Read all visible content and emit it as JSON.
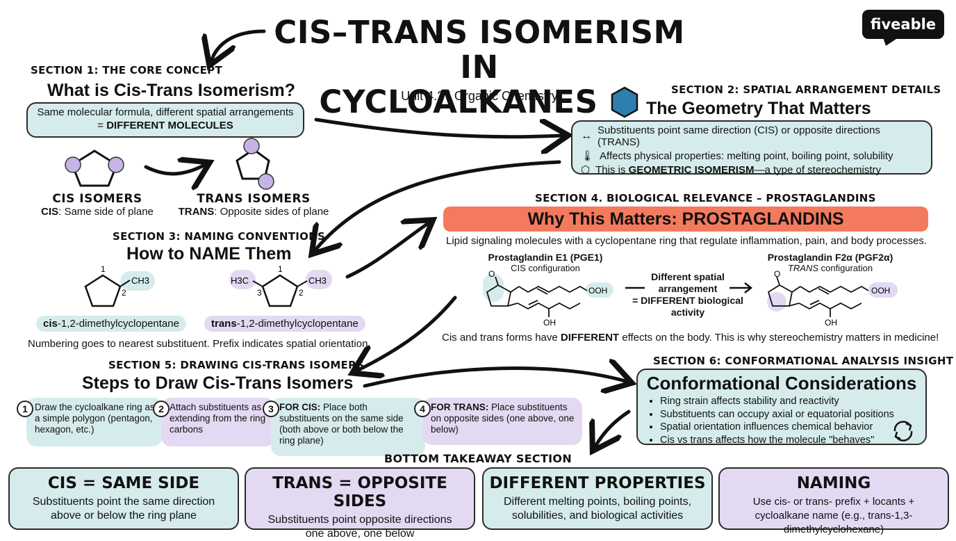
{
  "title": {
    "line1": "CIS–TRANS ISOMERISM IN",
    "line2": "CYCLOALKANES",
    "subtitle": "Unit 4.2 | Organic Chemistry"
  },
  "brand": {
    "logo_text": "fiveable"
  },
  "section1": {
    "label": "SECTION 1: THE CORE CONCEPT",
    "title": "What is Cis-Trans Isomerism?",
    "box_line1": "Same molecular formula, different spatial arrangements",
    "box_line2_prefix": "= ",
    "box_line2_bold": "DIFFERENT MOLECULES",
    "cis_heading": "CIS ISOMERS",
    "cis_bold": "CIS",
    "cis_desc": ": Same side of plane",
    "trans_heading": "TRANS ISOMERS",
    "trans_bold": "TRANS",
    "trans_desc": ": Opposite sides of plane"
  },
  "section2": {
    "label": "SECTION 2: SPATIAL ARRANGEMENT DETAILS",
    "title": "The Geometry That Matters",
    "items": [
      {
        "icon": "double-arrow-icon",
        "text": "Substituents point same direction (CIS) or opposite directions (TRANS)"
      },
      {
        "icon": "thermometer-icon",
        "text": "Affects physical properties: melting point, boiling point, solubility"
      }
    ],
    "item3_prefix": "This is ",
    "item3_bold": "GEOMETRIC ISOMERISM",
    "item3_suffix": "—a type of stereochemistry"
  },
  "section3": {
    "label": "SECTION 3: NAMING CONVENTIONS",
    "title": "How to NAME Them",
    "cis_prefix": "cis",
    "cis_rest": "-1,2-dimethylcyclopentane",
    "trans_prefix": "trans",
    "trans_rest": "-1,2-dimethylcyclopentane",
    "note": "Numbering goes to nearest substituent. Prefix indicates spatial orientation.",
    "labels": {
      "ch3": "CH3",
      "h3c": "H3C",
      "n1": "1",
      "n2": "2",
      "n3": "3"
    }
  },
  "section4": {
    "label": "SECTION 4. BIOLOGICAL RELEVANCE – PROSTAGLANDINS",
    "banner": "Why This Matters: PROSTAGLANDINS",
    "desc": "Lipid signaling molecules with a cyclopentane ring that regulate inflammation, pain, and body processes.",
    "pge1_name": "Prostaglandin E1 (PGE1)",
    "pge1_config": "CIS configuration",
    "pgf_name": "Prostaglandin F2α (PGF2α)",
    "pgf_config_italic": "TRANS",
    "pgf_config_rest": " configuration",
    "middle_line1": "Different spatial",
    "middle_line2": "arrangement",
    "middle_line3": "= DIFFERENT biological",
    "middle_line4": "activity",
    "atom_o": "O",
    "atom_ooh": "OOH",
    "atom_oh": "OH",
    "footer_prefix": "Cis and trans forms have ",
    "footer_bold": "DIFFERENT",
    "footer_suffix": " effects on the body. This is why stereochemistry matters in medicine!"
  },
  "section5": {
    "label": "SECTION 5: DRAWING CIS-TRANS ISOMERS",
    "title": "Steps to Draw Cis-Trans Isomers",
    "steps": [
      {
        "num": "1",
        "text": "Draw the cycloalkane ring as a simple polygon (pentagon, hexagon, etc.)"
      },
      {
        "num": "2",
        "text": "Attach substituents as i extending from the ring carbons"
      },
      {
        "num": "3",
        "bold": "FOR CIS:",
        "text": " Place both substituents on the same side (both above or both below the ring plane)"
      },
      {
        "num": "4",
        "bold": "FOR TRANS:",
        "text": " Place substituents on opposite sides (one above, one below)"
      }
    ]
  },
  "section6": {
    "label": "SECTION 6: CONFORMATIONAL ANALYSIS INSIGHT",
    "title": "Conformational Considerations",
    "bullets": [
      "Ring strain affects stability and reactivity",
      "Substituents can occupy axial or equatorial positions",
      "Spatial orientation influences chemical behavior",
      "Cis vs trans affects how the molecule \"behaves\""
    ]
  },
  "bottom": {
    "label": "BOTTOM TAKEAWAY SECTION",
    "cards": [
      {
        "title": "CIS = SAME SIDE",
        "text": "Substituents point the same direction above or below the ring plane",
        "color": "teal"
      },
      {
        "title": "TRANS = OPPOSITE SIDES",
        "text": "Substituents point opposite directions one above, one below",
        "color": "purple"
      },
      {
        "title": "DIFFERENT PROPERTIES",
        "text": "Different melting points, boiling points, solubilities, and biological activities",
        "color": "teal"
      },
      {
        "title": "NAMING",
        "text": "Use cis- or trans- prefix + locants + cycloalkane name (e.g., trans-1,3-dimethylcyclohexane)",
        "color": "purple"
      }
    ]
  },
  "colors": {
    "teal": "#d6ecec",
    "purple": "#e3d9f2",
    "banner": "#f47a5e",
    "hexagon": "#2f7fae",
    "substituent": "#c7b4e6"
  }
}
